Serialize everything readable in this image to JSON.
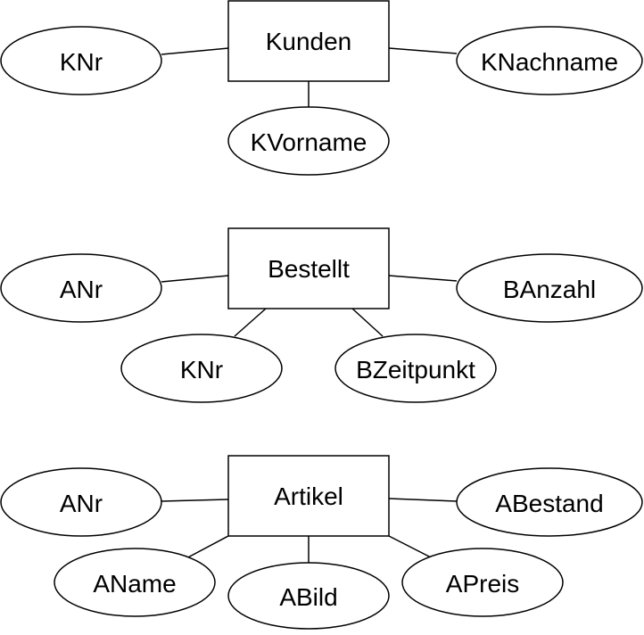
{
  "colors": {
    "stroke": "#000000",
    "fill": "#ffffff",
    "text": "#000000"
  },
  "diagram": {
    "entities": [
      {
        "id": "kunden",
        "name": "Kunden",
        "attributes": [
          {
            "id": "knr",
            "name": "KNr"
          },
          {
            "id": "knachname",
            "name": "KNachname"
          },
          {
            "id": "kvorname",
            "name": "KVorname"
          }
        ]
      },
      {
        "id": "bestellt",
        "name": "Bestellt",
        "attributes": [
          {
            "id": "anr",
            "name": "ANr"
          },
          {
            "id": "banzahl",
            "name": "BAnzahl"
          },
          {
            "id": "knr",
            "name": "KNr"
          },
          {
            "id": "bzeitpunkt",
            "name": "BZeitpunkt"
          }
        ]
      },
      {
        "id": "artikel",
        "name": "Artikel",
        "attributes": [
          {
            "id": "anr",
            "name": "ANr"
          },
          {
            "id": "abestand",
            "name": "ABestand"
          },
          {
            "id": "aname",
            "name": "AName"
          },
          {
            "id": "abild",
            "name": "ABild"
          },
          {
            "id": "apreis",
            "name": "APreis"
          }
        ]
      }
    ]
  }
}
